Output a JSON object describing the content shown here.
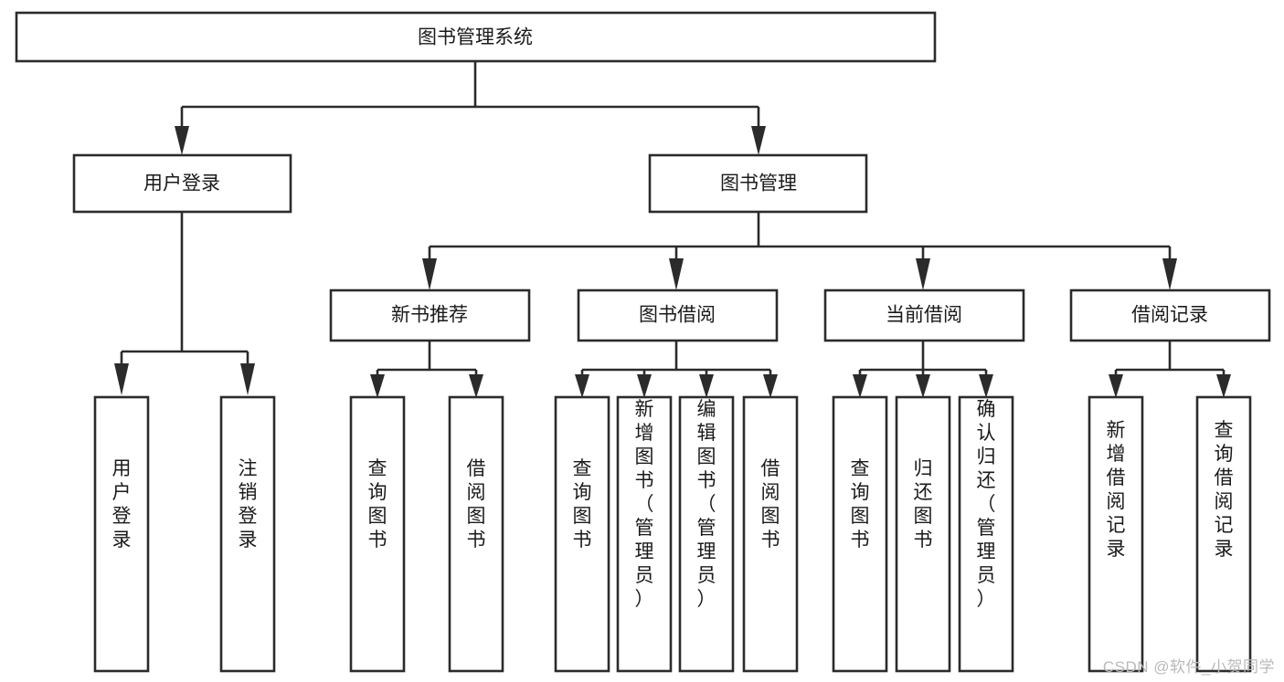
{
  "diagram": {
    "title": "图书管理系统",
    "type": "tree-hierarchy",
    "watermark": "CSDN @软件_小贺同学",
    "colors": {
      "stroke": "#2b2b2b",
      "fill": "#ffffff",
      "text": "#1a1a1a",
      "watermark": "#b9b9b9",
      "background": "#ffffff"
    },
    "root": {
      "label": "图书管理系统"
    },
    "level2": [
      {
        "label": "用户登录"
      },
      {
        "label": "图书管理"
      }
    ],
    "level3": [
      {
        "label": "新书推荐"
      },
      {
        "label": "图书借阅"
      },
      {
        "label": "当前借阅"
      },
      {
        "label": "借阅记录"
      }
    ],
    "leaves": {
      "user_login": [
        {
          "label": "用户登录"
        },
        {
          "label": "注销登录"
        }
      ],
      "new_book_recommend": [
        {
          "label": "查询图书"
        },
        {
          "label": "借阅图书"
        }
      ],
      "book_borrow": [
        {
          "label": "查询图书"
        },
        {
          "label": "新增图书（管理员）"
        },
        {
          "label": "编辑图书（管理员）"
        },
        {
          "label": "借阅图书"
        }
      ],
      "current_borrow": [
        {
          "label": "查询图书"
        },
        {
          "label": "归还图书"
        },
        {
          "label": "确认归还（管理员）"
        }
      ],
      "borrow_record": [
        {
          "label": "新增借阅记录"
        },
        {
          "label": "查询借阅记录"
        }
      ]
    }
  }
}
